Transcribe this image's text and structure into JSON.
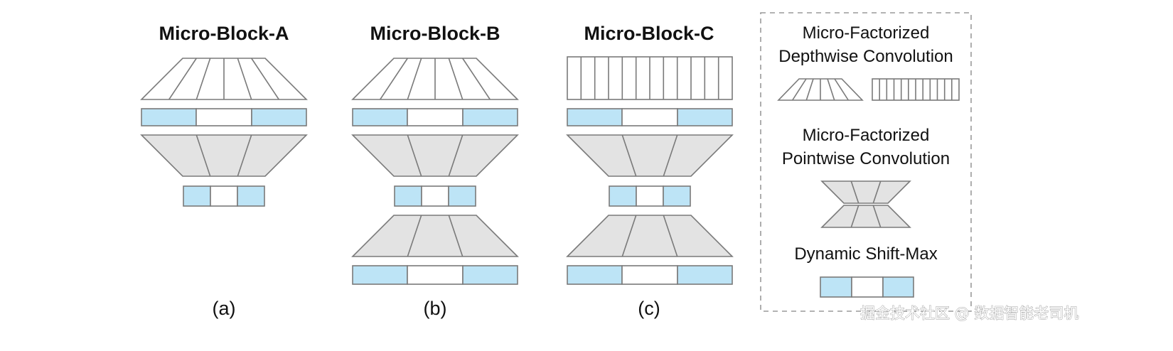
{
  "blocks": [
    {
      "title": "Micro-Block-A",
      "caption": "(a)"
    },
    {
      "title": "Micro-Block-B",
      "caption": "(b)"
    },
    {
      "title": "Micro-Block-C",
      "caption": "(c)"
    }
  ],
  "legend": {
    "depthwise_line1": "Micro-Factorized",
    "depthwise_line2": "Depthwise Convolution",
    "pointwise_line1": "Micro-Factorized",
    "pointwise_line2": "Pointwise Convolution",
    "shiftmax": "Dynamic Shift-Max"
  },
  "watermark": "掘金技术社区 @ 数据智能老司机",
  "colors": {
    "blue": "#bde4f6",
    "gray": "#e3e3e3",
    "stroke": "#7a7a7a"
  }
}
